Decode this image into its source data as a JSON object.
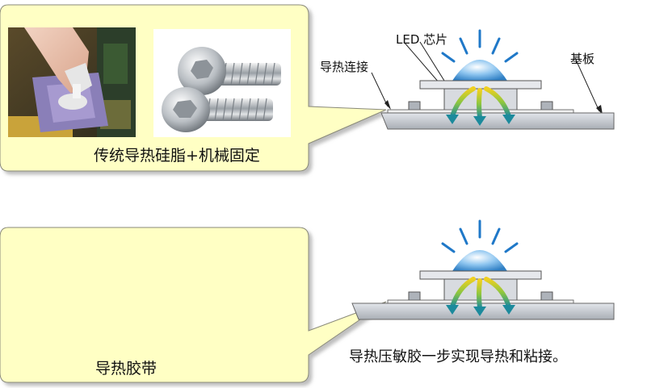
{
  "top_panel": {
    "caption": "传统导热硅脂+机械固定",
    "images": [
      "photo-thermal-grease-application",
      "photo-chrome-hex-screws"
    ]
  },
  "bottom_panel": {
    "caption": "导热胶带",
    "side_caption": "导热压敏胶一步实现导热和粘接。"
  },
  "labels": {
    "led_chip": "LED 芯片",
    "thermal_connection": "导热连接",
    "substrate": "基板"
  },
  "colors": {
    "callout_fill": "#ffffc4",
    "callout_stroke": "#8a8a7a",
    "substrate_fill": "#c8ccd2",
    "dome": "#5aa8e6",
    "ray": "#1f78c8",
    "heat_arrow_start": "#f0d020",
    "heat_arrow_mid": "#8cc640",
    "heat_arrow_end": "#1c8a9c"
  }
}
